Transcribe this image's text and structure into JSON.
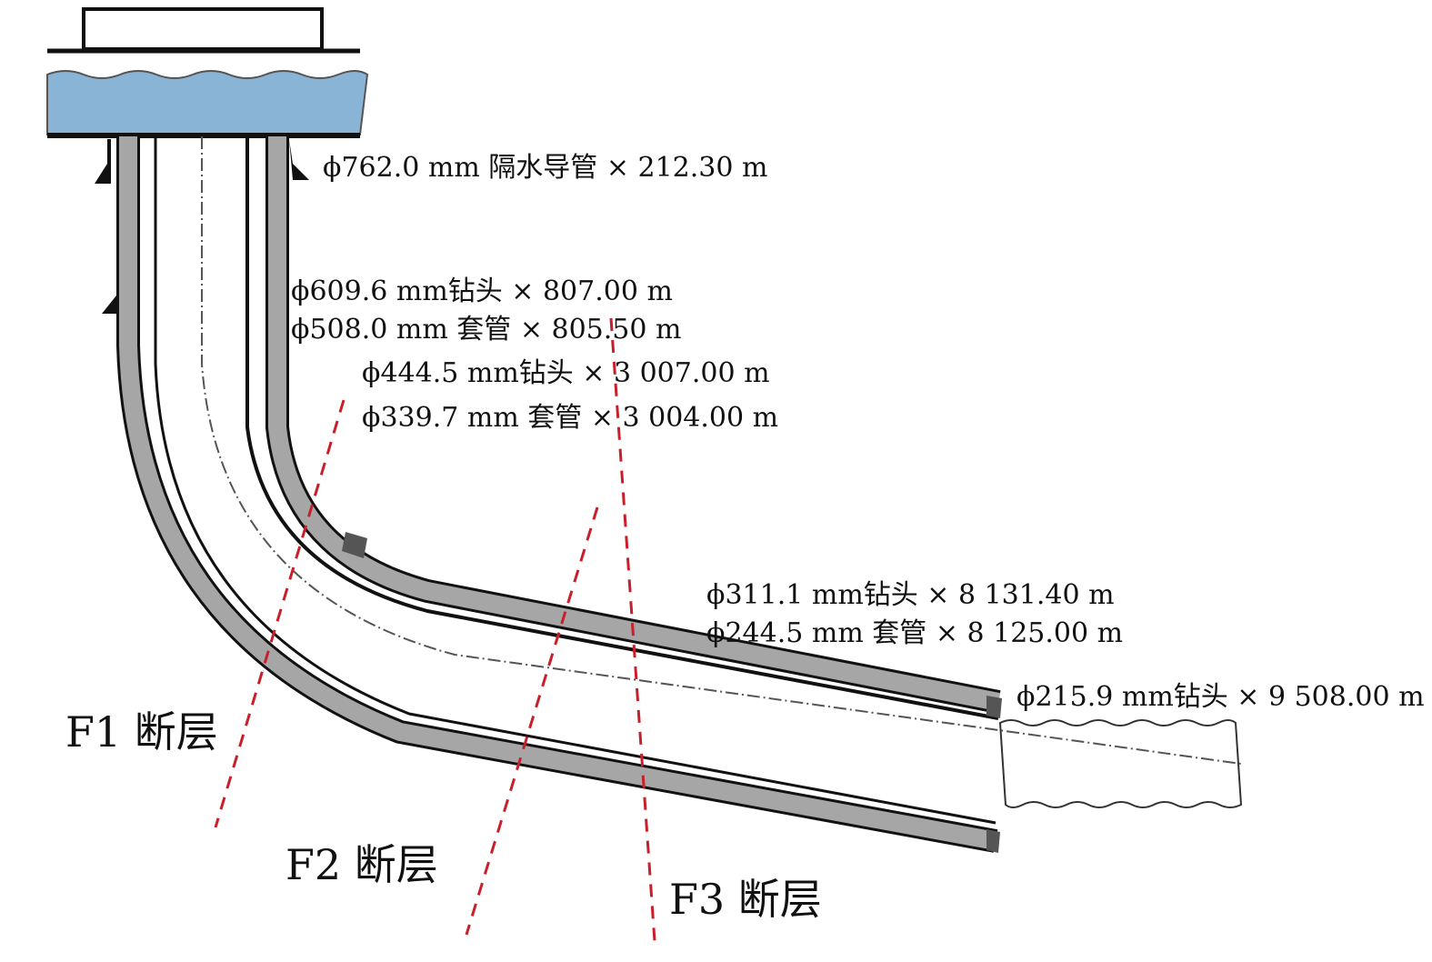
{
  "labels": {
    "riser": "ϕ762.0 mm 隔水导管 × 212.30 m",
    "bit_609": "ϕ609.6 mm钻头 × 807.00 m",
    "casing_508": "ϕ508.0 mm 套管 × 805.50 m",
    "bit_444": "ϕ444.5 mm钻头 × 3 007.00 m",
    "casing_339": "ϕ339.7 mm 套管 × 3 004.00 m",
    "bit_311": "ϕ311.1 mm钻头 × 8 131.40 m",
    "casing_244": "ϕ244.5 mm 套管 × 8 125.00 m",
    "bit_215": "ϕ215.9 mm钻头 ×  9 508.00 m"
  },
  "faults": [
    "F1 断层",
    "F2 断层",
    "F3 断层"
  ],
  "colors": {
    "water": "#8ab4d6",
    "casing": "#a6a6a6",
    "fault": "#c8202a"
  }
}
